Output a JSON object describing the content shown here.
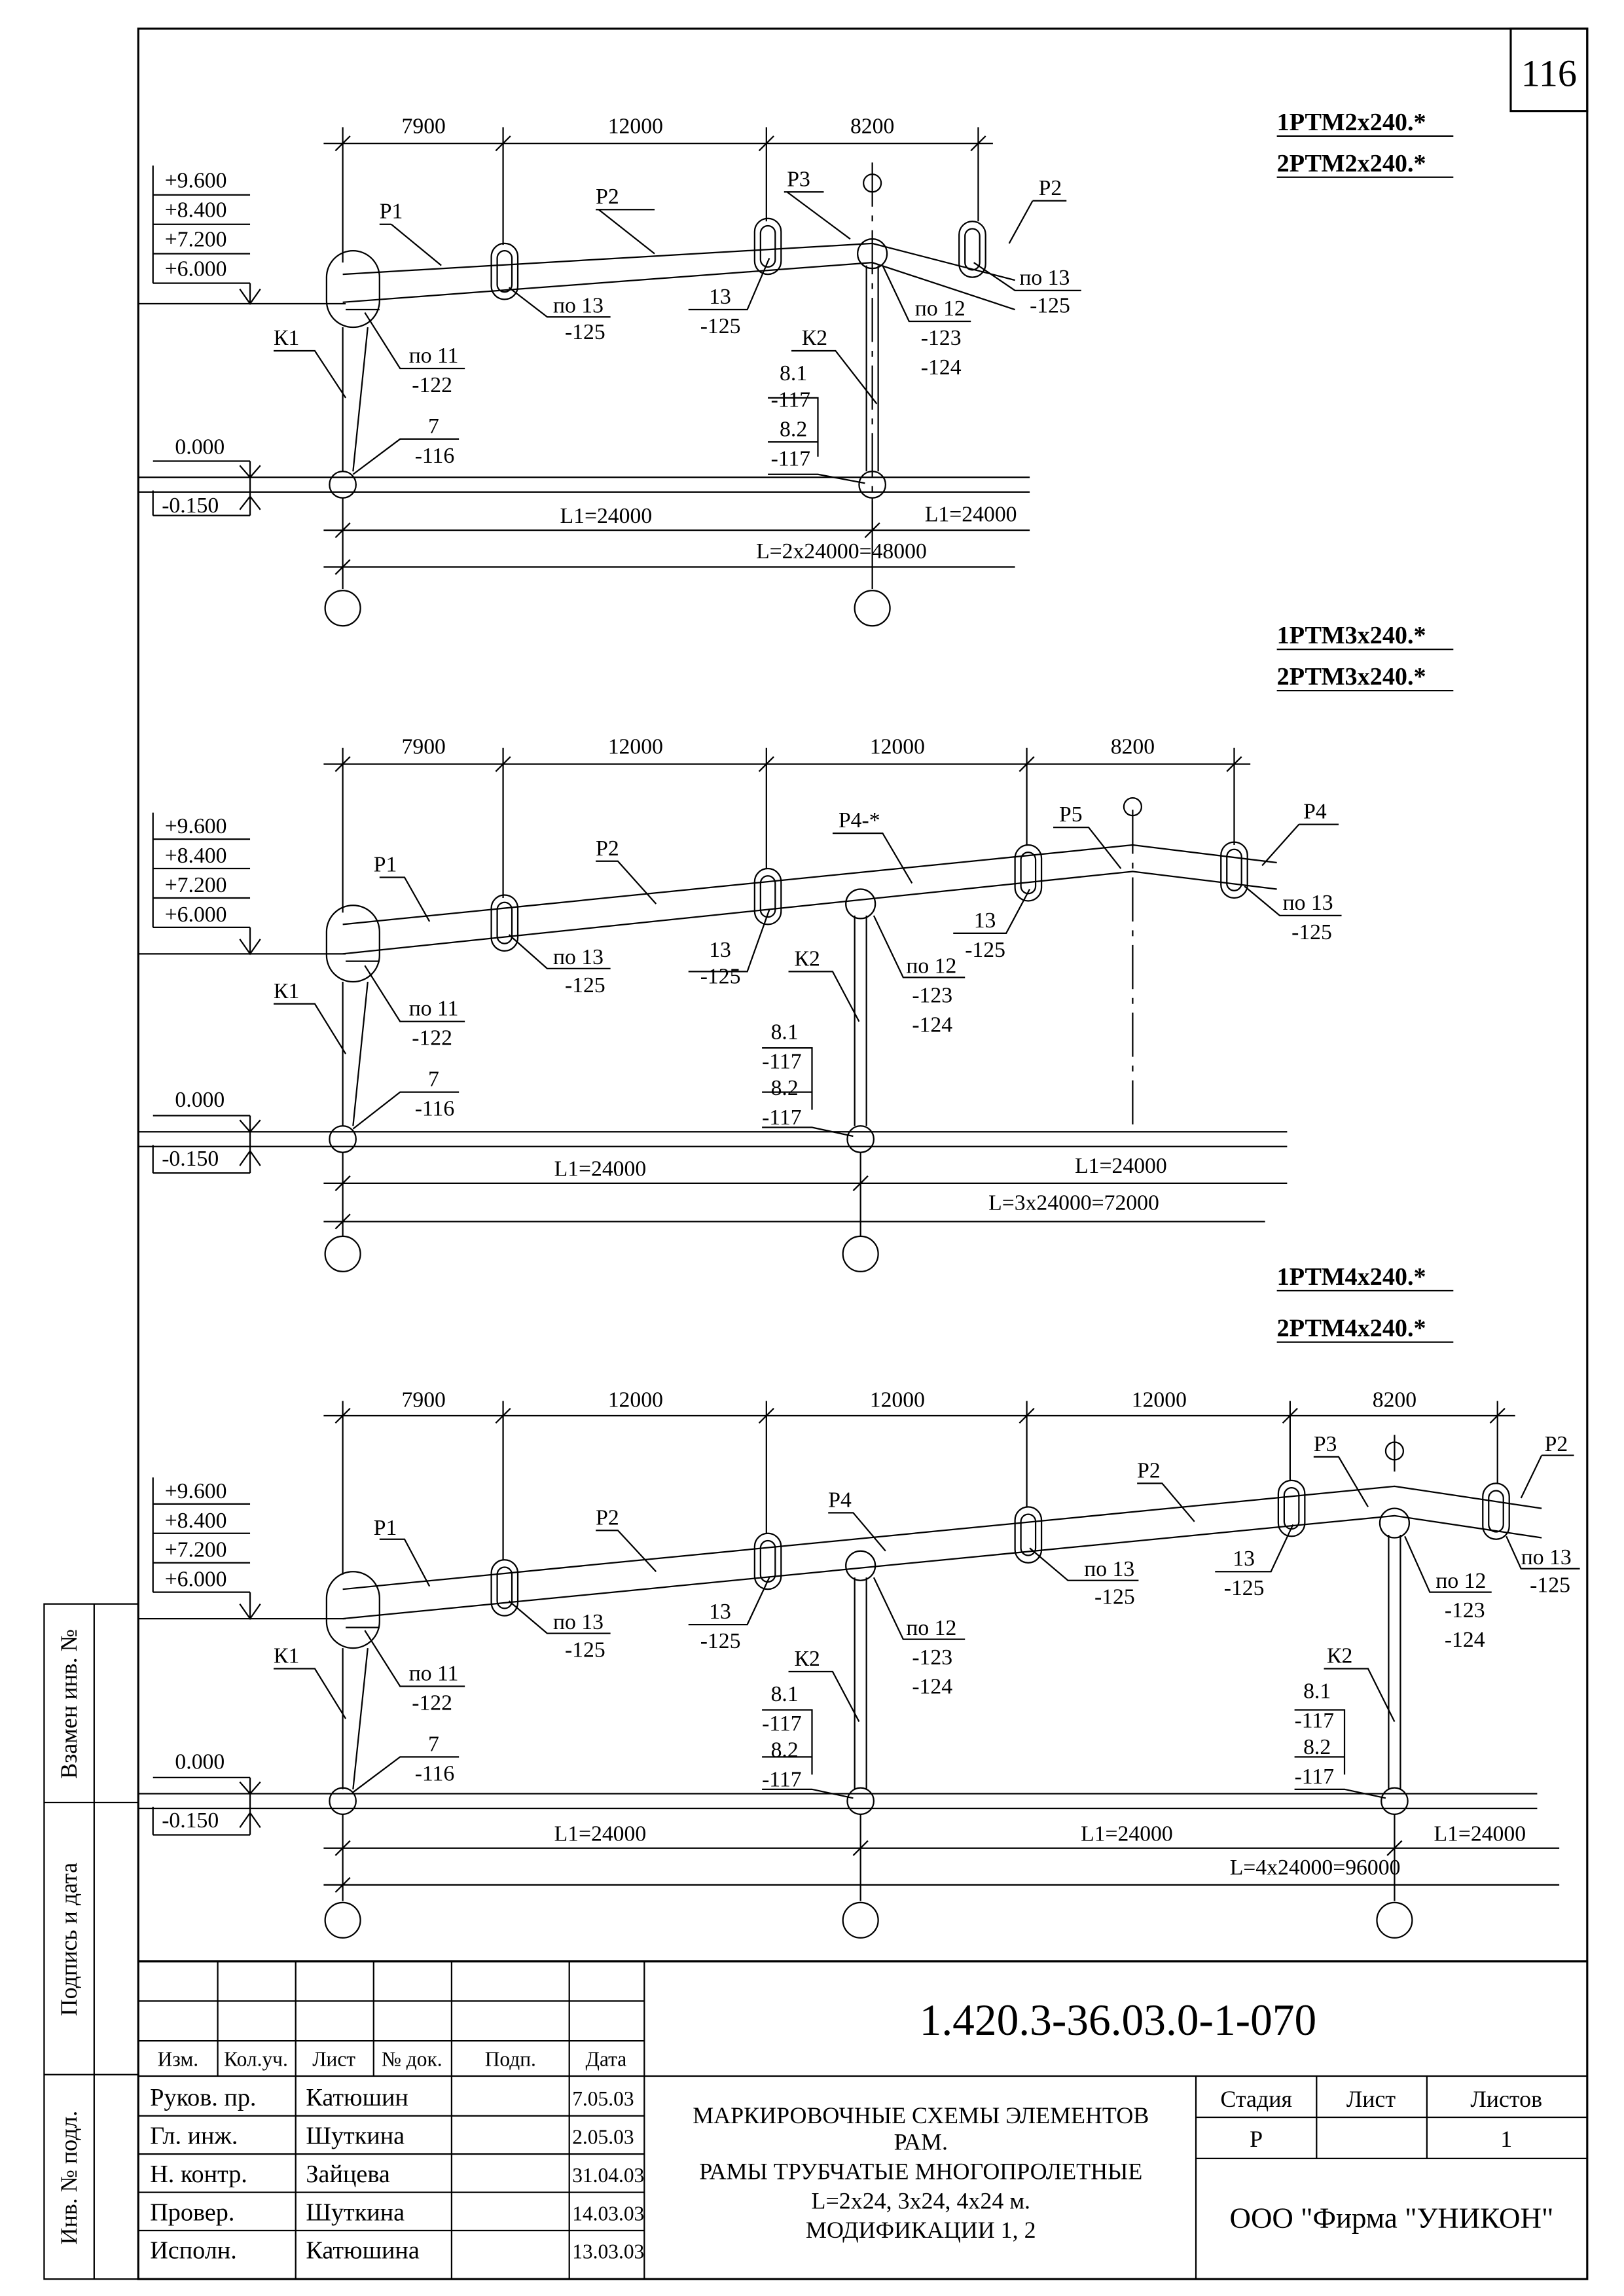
{
  "sheet_number": "116",
  "side_labels": {
    "replace_inv": "Взамен инв. №",
    "signature_date": "Подпись и дата",
    "original_inv": "Инв. № подл."
  },
  "frames": [
    {
      "titles": [
        "1РТМ2х240.*",
        "2РТМ2х240.*"
      ],
      "spans": [
        "7900",
        "12000",
        "8200"
      ],
      "levels": [
        "+9.600",
        "+8.400",
        "+7.200",
        "+6.000"
      ],
      "ground_levels": [
        "0.000",
        "-0.150"
      ],
      "marks": {
        "P1": "Р1",
        "P2a": "Р2",
        "P3": "Р3",
        "P2b": "Р2",
        "K1": "К1",
        "K2": "К2"
      },
      "callouts": {
        "c13a": [
          "по 13",
          "-125"
        ],
        "c13b": [
          "13",
          "-125"
        ],
        "c12": [
          "по 12",
          "-123",
          "-124"
        ],
        "c13c": [
          "по 13",
          "-125"
        ],
        "c11": [
          "по 11",
          "-122"
        ],
        "c7": [
          "7",
          "-116"
        ],
        "c8": [
          "8.1",
          "-117",
          "8.2",
          "-117"
        ]
      },
      "bottom": {
        "l1a": "L1=24000",
        "l1b": "L1=24000",
        "total": "L=2x24000=48000"
      }
    },
    {
      "titles": [
        "1РТМ3х240.*",
        "2РТМ3х240.*"
      ],
      "spans": [
        "7900",
        "12000",
        "12000",
        "8200"
      ],
      "levels": [
        "+9.600",
        "+8.400",
        "+7.200",
        "+6.000"
      ],
      "ground_levels": [
        "0.000",
        "-0.150"
      ],
      "marks": {
        "P1": "Р1",
        "P2": "Р2",
        "P4": "Р4-*",
        "P5": "Р5",
        "P4b": "Р4",
        "K1": "К1",
        "K2": "К2"
      },
      "callouts": {
        "c13a": [
          "по 13",
          "-125"
        ],
        "c13b": [
          "13",
          "-125"
        ],
        "c13d": [
          "13",
          "-125"
        ],
        "c12": [
          "по 12",
          "-123",
          "-124"
        ],
        "c13c": [
          "по 13",
          "-125"
        ],
        "c11": [
          "по 11",
          "-122"
        ],
        "c7": [
          "7",
          "-116"
        ],
        "c8": [
          "8.1",
          "-117",
          "8.2",
          "-117"
        ]
      },
      "bottom": {
        "l1a": "L1=24000",
        "l1b": "L1=24000",
        "total": "L=3x24000=72000"
      }
    },
    {
      "titles": [
        "1РТМ4х240.*",
        "2РТМ4х240.*"
      ],
      "spans": [
        "7900",
        "12000",
        "12000",
        "12000",
        "8200"
      ],
      "levels": [
        "+9.600",
        "+8.400",
        "+7.200",
        "+6.000"
      ],
      "ground_levels": [
        "0.000",
        "-0.150"
      ],
      "marks": {
        "P1": "Р1",
        "P2a": "Р2",
        "P4": "Р4",
        "P2b": "Р2",
        "P3": "Р3",
        "P2c": "Р2",
        "K1": "К1",
        "K2a": "К2",
        "K2b": "К2"
      },
      "callouts": {
        "c13a": [
          "по 13",
          "-125"
        ],
        "c13b": [
          "13",
          "-125"
        ],
        "c12a": [
          "по 12",
          "-123",
          "-124"
        ],
        "c13e": [
          "по 13",
          "-125"
        ],
        "c13f": [
          "13",
          "-125"
        ],
        "c12b": [
          "по 12",
          "-123",
          "-124"
        ],
        "c13c": [
          "по 13",
          "-125"
        ],
        "c11": [
          "по 11",
          "-122"
        ],
        "c7": [
          "7",
          "-116"
        ],
        "c8a": [
          "8.1",
          "-117",
          "8.2",
          "-117"
        ],
        "c8b": [
          "8.1",
          "-117",
          "8.2",
          "-117"
        ]
      },
      "bottom": {
        "l1a": "L1=24000",
        "l1b": "L1=24000",
        "l1c": "L1=24000",
        "total": "L=4x24000=96000"
      }
    }
  ],
  "title_block": {
    "doc_code": "1.420.3-36.03.0-1-070",
    "header": [
      "Изм.",
      "Кол.уч.",
      "Лист",
      "№ док.",
      "Подп.",
      "Дата"
    ],
    "rows": [
      {
        "role": "Руков. пр.",
        "name": "Катюшин",
        "date": "7.05.03"
      },
      {
        "role": "Гл. инж.",
        "name": "Шуткина",
        "date": "2.05.03"
      },
      {
        "role": "Н. контр.",
        "name": "Зайцева",
        "date": "31.04.03"
      },
      {
        "role": "Провер.",
        "name": "Шуткина",
        "date": "14.03.03"
      },
      {
        "role": "Исполн.",
        "name": "Катюшина",
        "date": "13.03.03"
      }
    ],
    "description": [
      "МАРКИРОВОЧНЫЕ СХЕМЫ ЭЛЕМЕНТОВ",
      "РАМ.",
      "РАМЫ ТРУБЧАТЫЕ МНОГОПРОЛЕТНЫЕ",
      "L=2х24, 3х24, 4х24 м.",
      "МОДИФИКАЦИИ 1, 2"
    ],
    "stage_label": "Стадия",
    "sheet_label": "Лист",
    "sheets_label": "Листов",
    "stage_value": "Р",
    "sheets_value": "1",
    "company": "ООО  \"Фирма \"УНИКОН\""
  }
}
